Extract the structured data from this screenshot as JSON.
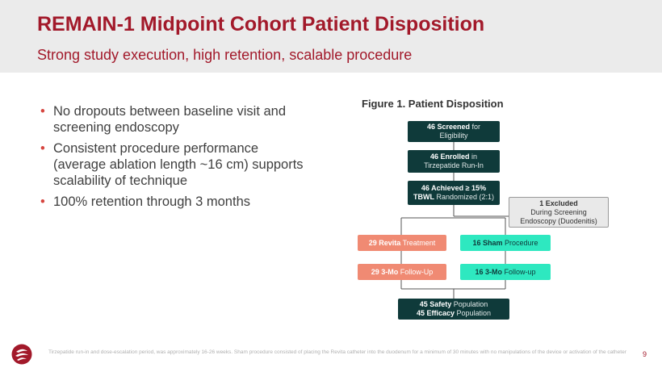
{
  "header": {
    "title": "REMAIN-1 Midpoint Cohort Patient Disposition",
    "subtitle": "Strong study execution, high retention, scalable procedure"
  },
  "bullets": [
    "No dropouts between baseline visit and screening endoscopy",
    "Consistent procedure performance (average ablation length ~16 cm) supports scalability of technique",
    "100% retention through 3 months"
  ],
  "figure": {
    "title": "Figure 1. Patient Disposition",
    "screened": {
      "bold": "46 Screened",
      "rest": " for",
      "line2": "Eligibility"
    },
    "enrolled": {
      "bold": "46 Enrolled",
      "rest": " in",
      "line2": "Tirzepatide Run-In"
    },
    "achieved": {
      "bold": "46 Achieved ≥ 15%",
      "line2_bold": "TBWL",
      "line2_rest": " Randomized (2:1)"
    },
    "excluded": {
      "bold": "1 Excluded",
      "line2": "During Screening",
      "line3": "Endoscopy (Duodenitis)"
    },
    "revita": {
      "bold": "29 Revita",
      "rest": " Treatment"
    },
    "sham": {
      "bold": "16 Sham",
      "rest": " Procedure"
    },
    "revita_fu": {
      "bold": "29 3-Mo",
      "rest": " Follow-Up"
    },
    "sham_fu": {
      "bold": "16 3-Mo",
      "rest": " Follow-up"
    },
    "population": {
      "line1_bold": "45 Safety",
      "line1_rest": " Population",
      "line2_bold": "45 Efficacy",
      "line2_rest": " Population"
    }
  },
  "footnote": "Tirzepatide run-in and dose-escalation period, was approximately 16-26 weeks. Sham procedure consisted of placing the Revita catheter into the duodenum for a minimum of 30 minutes with no manipulations of the device or activation of the catheter",
  "page_number": "9",
  "colors": {
    "brand": "#a2192a",
    "dark_box": "#0f3a3a",
    "revita": "#f08a73",
    "sham": "#2ee8c0"
  }
}
